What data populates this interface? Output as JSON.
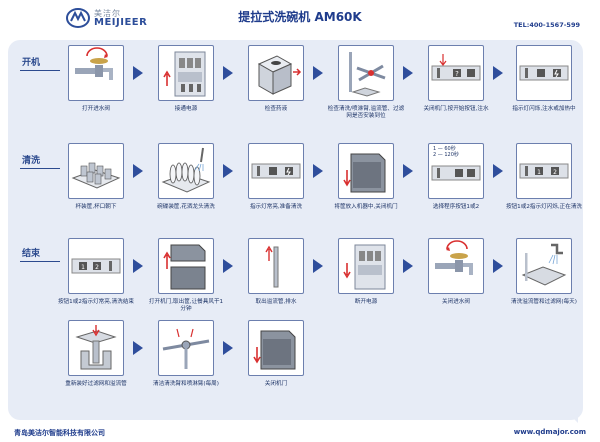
{
  "header": {
    "logo_cn": "美洁尔",
    "logo_en": "MEIJIEER",
    "title": "提拉式洗碗机  AM60K",
    "tel": "TEL:400-1567-599"
  },
  "rows": [
    {
      "label": "开机",
      "steps": [
        {
          "icon": "faucet-icon",
          "caption": "打开进水阀"
        },
        {
          "icon": "breaker-icon",
          "caption": "接通电源"
        },
        {
          "icon": "detergent-icon",
          "caption": "检查药液"
        },
        {
          "icon": "wash-arm-icon",
          "caption": "检查清洗/喷淋臂,溢流管、过滤网是否安装到位"
        },
        {
          "icon": "control-panel-icon",
          "caption": "关闭机门,按开始按钮,注水"
        },
        {
          "icon": "control-panel-flash-icon",
          "caption": "指示灯闪烁,注水或加热中"
        }
      ]
    },
    {
      "label": "清洗",
      "steps": [
        {
          "icon": "cup-rack-icon",
          "caption": "杯装筐,杯口朝下"
        },
        {
          "icon": "plate-rack-icon",
          "caption": "碗碟装筐,花洒龙头清洗"
        },
        {
          "icon": "control-panel-steady-icon",
          "caption": "指示灯常亮,准备清洗"
        },
        {
          "icon": "machine-icon",
          "caption": "将筐放入机器中,关闭机门"
        },
        {
          "icon": "program-select-icon",
          "caption": "选择程序按钮1或2"
        },
        {
          "icon": "control-panel-flash-icon",
          "caption": "按钮1或2指示灯闪烁,正在清洗"
        }
      ],
      "program_lines": [
        "1 — 60秒",
        "2 — 120秒"
      ]
    },
    {
      "label": "结束",
      "steps": [
        {
          "icon": "button-1-2-icon",
          "caption": "按钮1或2指示灯常亮,清洗结束"
        },
        {
          "icon": "machine-open-icon",
          "caption": "打开机门,取出筐,让餐具风干1分钟"
        },
        {
          "icon": "overflow-pipe-icon",
          "caption": "取出溢流管,排水"
        },
        {
          "icon": "breaker-off-icon",
          "caption": "断开电源"
        },
        {
          "icon": "faucet-close-icon",
          "caption": "关闭进水阀"
        },
        {
          "icon": "filter-clean-icon",
          "caption": "清洗溢流管和过滤网(每天)"
        }
      ]
    },
    {
      "label": "",
      "steps": [
        {
          "icon": "filter-install-icon",
          "caption": "重新装好过滤网和溢流管"
        },
        {
          "icon": "wash-arm-clean-icon",
          "caption": "清洁清洗臂和喷淋臂(每周)"
        },
        {
          "icon": "machine-closed-icon",
          "caption": "关闭机门"
        }
      ]
    }
  ],
  "footer": {
    "company": "青岛美洁尔智能科技有限公司",
    "website": "www.qdmajor.com"
  },
  "colors": {
    "accent": "#2f4e9c",
    "panel": "#e7ecf6",
    "border": "#6c7fae",
    "red": "#d93030"
  }
}
